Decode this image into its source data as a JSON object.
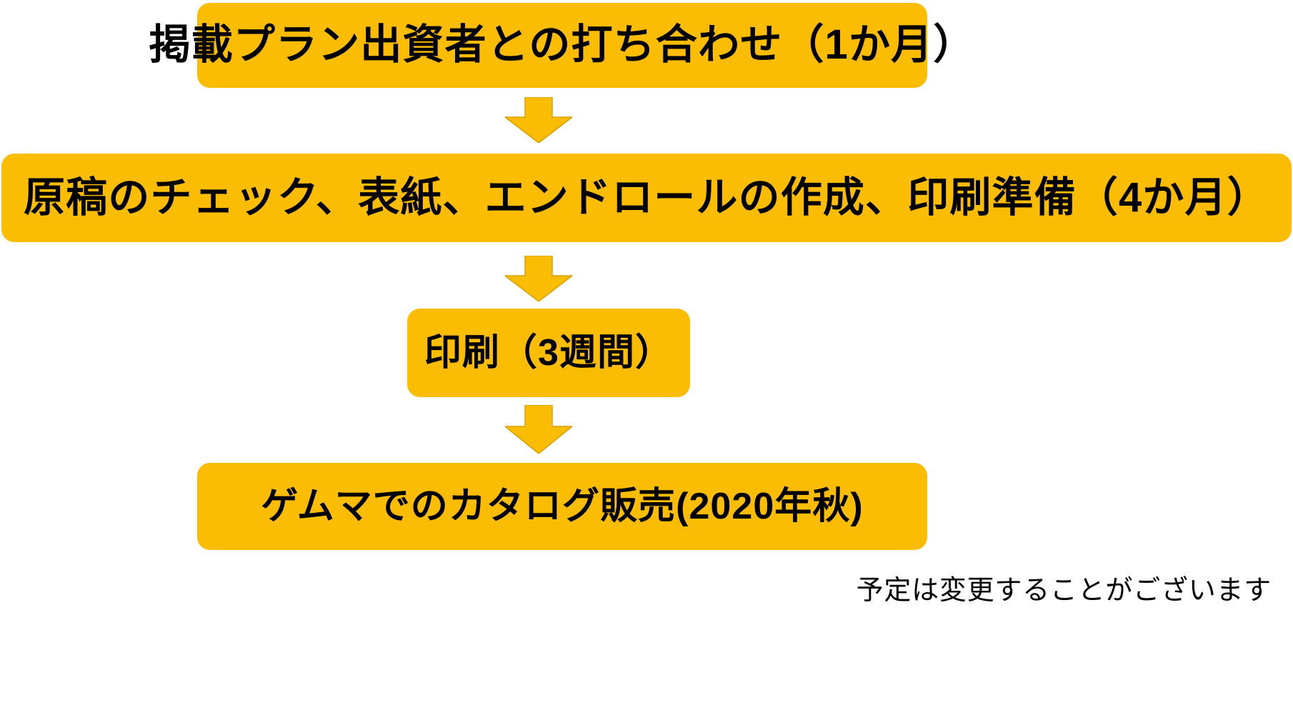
{
  "diagram": {
    "title_text": "掲載プラン出資者との打ち合わせ（1か月）",
    "accent_color": "#FBBC04",
    "text_color": "#000000",
    "background_color": "#FFFFFF",
    "nodes": [
      {
        "id": "meeting",
        "label": "掲載プラン出資者との打ち合わせ（1か月）"
      },
      {
        "id": "prepare",
        "label": "原稿のチェック、表紙、エンドロールの作成、印刷準備（4か月）"
      },
      {
        "id": "printing",
        "label": "印刷（3週間）"
      },
      {
        "id": "sales",
        "label": "ゲムマでのカタログ販売(2020年秋)"
      }
    ],
    "connectors": [
      {
        "id": "arrow-1",
        "icon": "arrow-down-icon"
      },
      {
        "id": "arrow-2",
        "icon": "arrow-down-icon"
      },
      {
        "id": "arrow-3",
        "icon": "arrow-down-icon"
      }
    ],
    "footnote": "予定は変更することがございます"
  }
}
